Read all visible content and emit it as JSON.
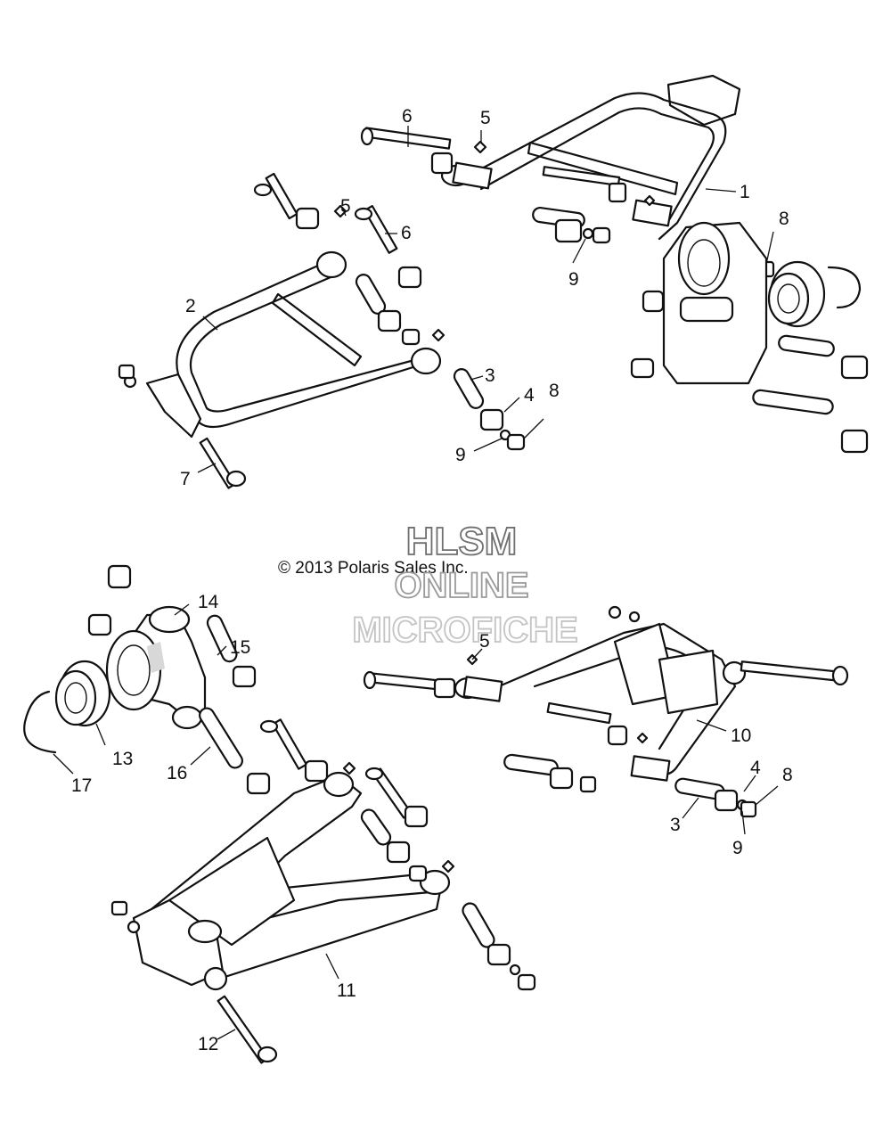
{
  "copyright": "© 2013 Polaris Sales Inc.",
  "watermark": {
    "line1": "HLSM",
    "line2": "ONLINE",
    "line3": "MICROFICHE"
  },
  "callouts": {
    "upper_a_arm_right": "1",
    "upper_a_arm_left": "2",
    "pivot_sleeve_upper": "3",
    "pivot_bushing_upper": "4",
    "grease_zerk_top": "5",
    "grease_zerk_upper_left": "5",
    "pivot_bolt_top": "6",
    "pivot_bolt_upper_left": "6",
    "mount_bolt_upper": "7",
    "nut_top_right": "8",
    "nut_upper_left": "8",
    "washer_top_right": "9",
    "washer_upper_left": "9",
    "lower_a_arm_right": "10",
    "lower_a_arm_left": "11",
    "mount_bolt_lower": "12",
    "wheel_bearing": "13",
    "bearing_carrier": "14",
    "carrier_sleeve_upper": "15",
    "carrier_sleeve_lower": "16",
    "retaining_ring": "17",
    "grease_zerk_lower_right": "5",
    "pivot_bushing_lower_right": "4",
    "nut_lower_right": "8",
    "pivot_sleeve_lower_right": "3",
    "washer_lower_right": "9"
  }
}
